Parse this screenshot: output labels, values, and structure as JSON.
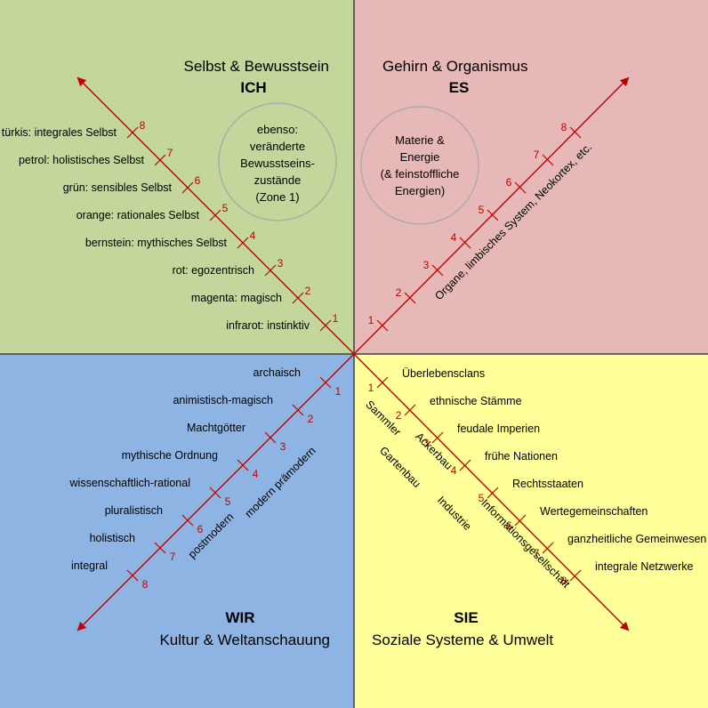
{
  "quadrants": {
    "ul": {
      "title": "Selbst & Bewusstsein",
      "head": "ICH",
      "color": "#c3d69b"
    },
    "ur": {
      "title": "Gehirn & Organismus",
      "head": "ES",
      "color": "#e6b9b8"
    },
    "ll": {
      "title": "Kultur & Weltanschauung",
      "head": "WIR",
      "color": "#8eb4e3"
    },
    "lr": {
      "title": "Soziale Systeme & Umwelt",
      "head": "SIE",
      "color": "#ffff99"
    }
  },
  "axis_color": "#c00000",
  "circles": {
    "ul": [
      "ebenso:",
      "veränderte",
      "Bewusstseins-",
      "zustände",
      "(Zone 1)"
    ],
    "ur": [
      "Materie &",
      "Energie",
      "(& feinstoffliche",
      "Energien)"
    ]
  },
  "numbers": [
    "1",
    "2",
    "3",
    "4",
    "5",
    "6",
    "7",
    "8"
  ],
  "labels": {
    "ul": [
      "infrarot: instinktiv",
      "magenta: magisch",
      "rot: egozentrisch",
      "bernstein: mythisches  Selbst",
      "orange: rationales Selbst",
      "grün: sensibles Selbst",
      "petrol: holistisches  Selbst",
      "türkis: integrales Selbst"
    ],
    "ll": [
      "archaisch",
      "animistisch-magisch",
      "Machtgötter",
      "mythische  Ordnung",
      "wissenschaftlich-rational",
      "pluralistisch",
      "holistisch",
      "integral"
    ],
    "lr": [
      "Überlebensclans",
      "ethnische  Stämme",
      "feudale  Imperien",
      "frühe Nationen",
      "Rechtsstaaten",
      "Wertegemeinschaften",
      "ganzheitliche  Gemeinwesen",
      "integrale  Netzwerke"
    ]
  },
  "rotated": {
    "ur": "Organe, limbisches  System, Neokortex, etc.",
    "ll_inner": "modern    prämodern",
    "ll_outer": "postmodern",
    "lr_1": "Sammler",
    "lr_2": "Ackerbau",
    "lr_3": "Gartenbau",
    "lr_4": "Industrie",
    "lr_5": "Informationsgesellschaft"
  }
}
